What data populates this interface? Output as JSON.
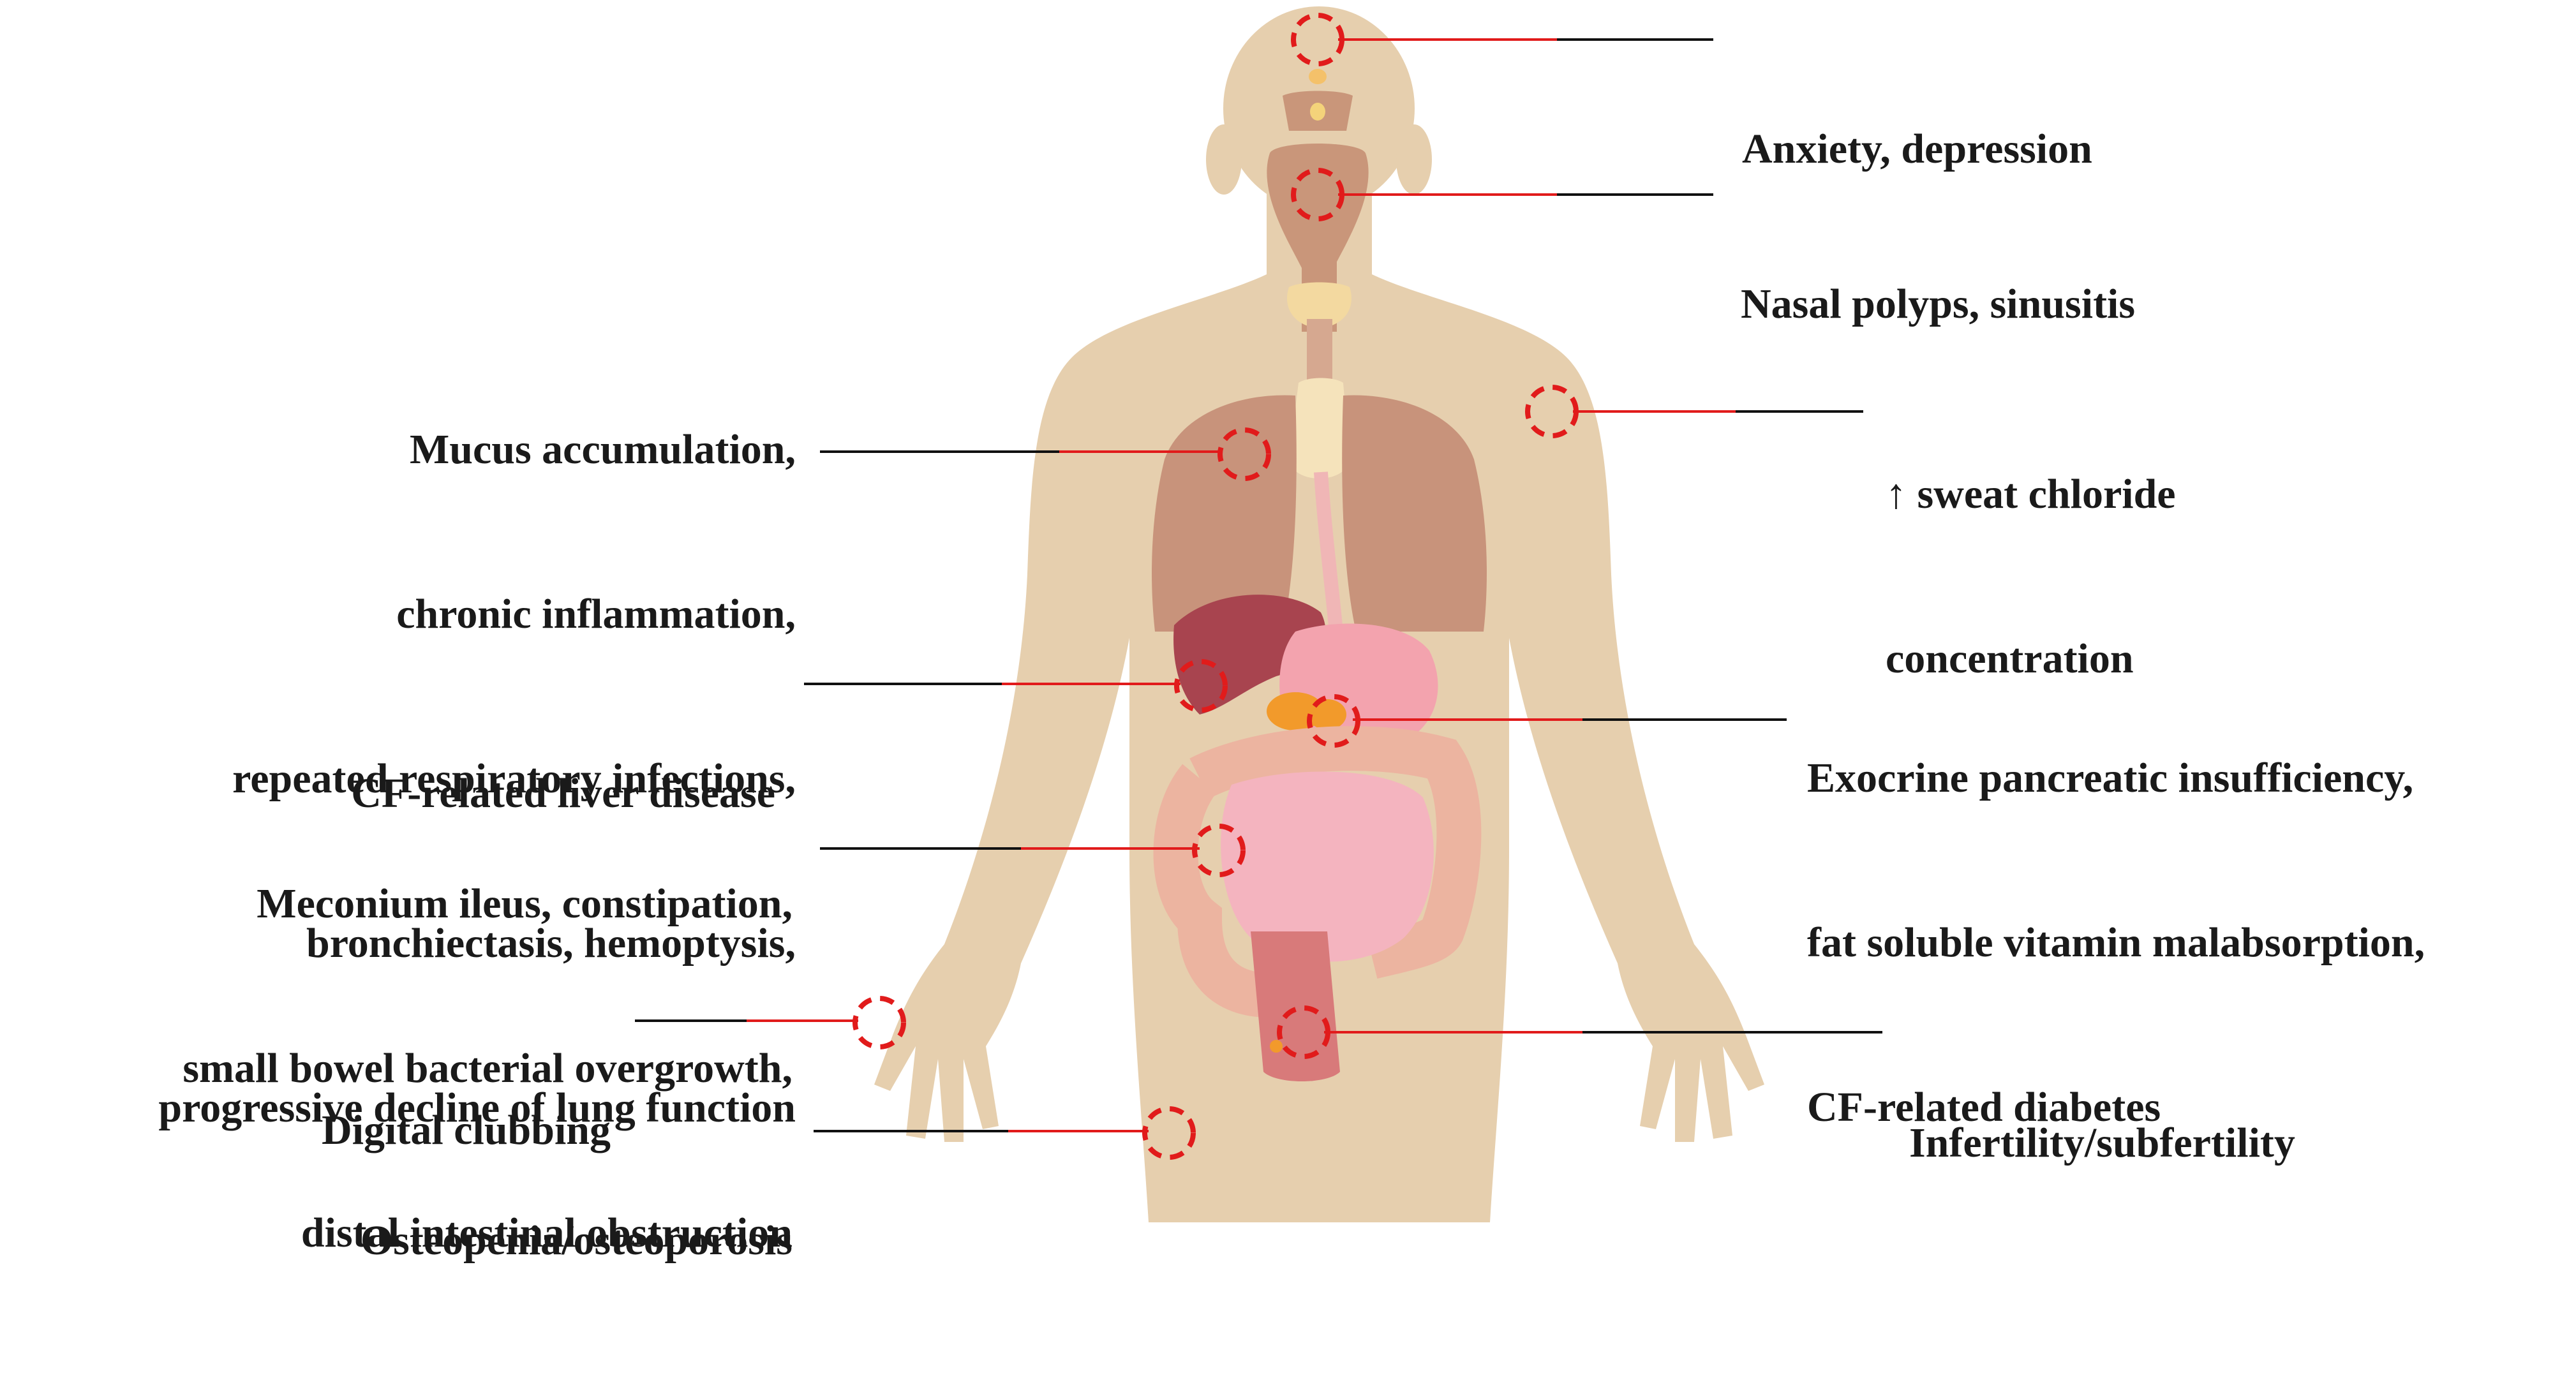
{
  "colors": {
    "skin": "#e6cfae",
    "skin_shadow": "#d9bf98",
    "organ_brown": "#c9967a",
    "lung": "#c8937b",
    "liver": "#a8444f",
    "stomach": "#f3a3ae",
    "intestine": "#f4b4bf",
    "colon": "#ecb4a0",
    "pancreas": "#f29a2b",
    "trachea": "#f3dfb0",
    "marker": "#e11b1b",
    "leader": "#111111",
    "leader_red": "#e11b1b"
  },
  "labels": {
    "brain": [
      "Anxiety, depression"
    ],
    "nose": [
      "Nasal polyps, sinusitis"
    ],
    "lungs": [
      "Mucus accumulation,",
      "chronic inflammation,",
      "repeated respiratory infections,",
      "bronchiectasis, hemoptysis,",
      "progressive decline of lung function"
    ],
    "skin": [
      "↑ sweat chloride",
      "concentration"
    ],
    "liver": [
      "CF-related liver disease"
    ],
    "pancreas": [
      "Exocrine pancreatic insufficiency,",
      "fat soluble vitamin malabsorption,",
      "CF-related diabetes"
    ],
    "intestine": [
      "Meconium ileus, constipation,",
      "small bowel bacterial overgrowth,",
      "distal intestinal obstruction"
    ],
    "hand": [
      "Digital clubbing"
    ],
    "reproductive": [
      "Infertility/subfertility"
    ],
    "bone": [
      "Osteopenia/osteoporosis"
    ]
  }
}
